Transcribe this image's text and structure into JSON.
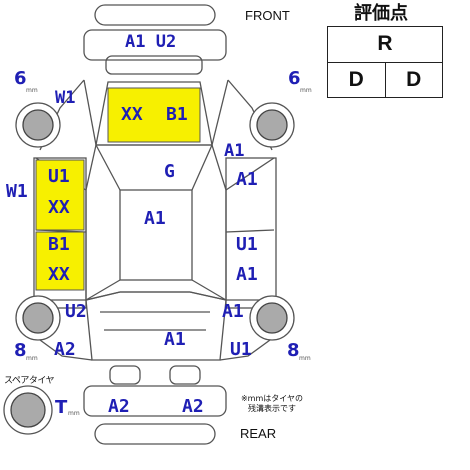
{
  "header": {
    "front_label": "FRONT",
    "rear_label": "REAR",
    "spare_label": "スペアタイヤ",
    "tread_note_line1": "※mmはタイヤの",
    "tread_note_line2": "残溝表示です"
  },
  "score_box": {
    "title": "評価点",
    "overall": "R",
    "interior": "D",
    "exterior": "D"
  },
  "colors": {
    "damage_text": "#1f1fb4",
    "highlight_fill": "#f7f000",
    "outline": "#555555"
  },
  "damage_labels": {
    "front_bumper": "A1 U2",
    "hood_a": "XX",
    "hood_b": "B1",
    "roof_front": "G",
    "roof_center": "A1",
    "rear_trunk": "A1",
    "rear_bumper_left": "A2",
    "rear_bumper_right": "A2",
    "left_front_pillar": "W1",
    "left_fender": "W1",
    "left_front_door_1": "U1",
    "left_front_door_2": "XX",
    "left_rear_door_1": "B1",
    "left_rear_door_2": "XX",
    "left_rear_quarter": "U2",
    "left_rear_corner": "A2",
    "right_front_pillar": "A1",
    "right_front_door": "A1",
    "right_rear_door_1": "U1",
    "right_rear_door_2": "A1",
    "right_rear_quarter": "A1",
    "right_rear_corner": "U1"
  },
  "tires": {
    "front_left": "6",
    "front_right": "6",
    "rear_left": "8",
    "rear_right": "8",
    "spare": "T",
    "unit": "mm"
  }
}
